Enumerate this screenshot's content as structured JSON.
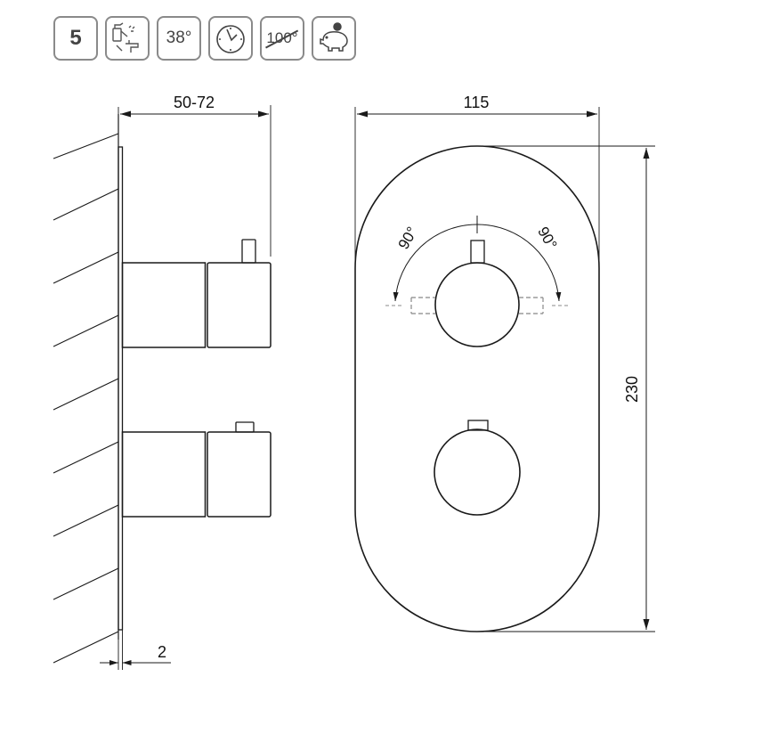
{
  "badges": {
    "flow_number": "5",
    "temperature": "38°",
    "max_temperature": "100°",
    "icons": [
      "cleaning-spray-icon",
      "temperature-badge",
      "clock-timer-icon",
      "max-temperature-crossed-badge",
      "piggy-bank-icon"
    ]
  },
  "dimensions": {
    "depth": "50-72",
    "width": "115",
    "height": "230",
    "plate_thickness": "2",
    "rotation_left": "90°",
    "rotation_right": "90°"
  },
  "colors": {
    "line": "#1a1a1a",
    "badge_border": "#8a8a8a",
    "dash_mark": "#888888"
  }
}
